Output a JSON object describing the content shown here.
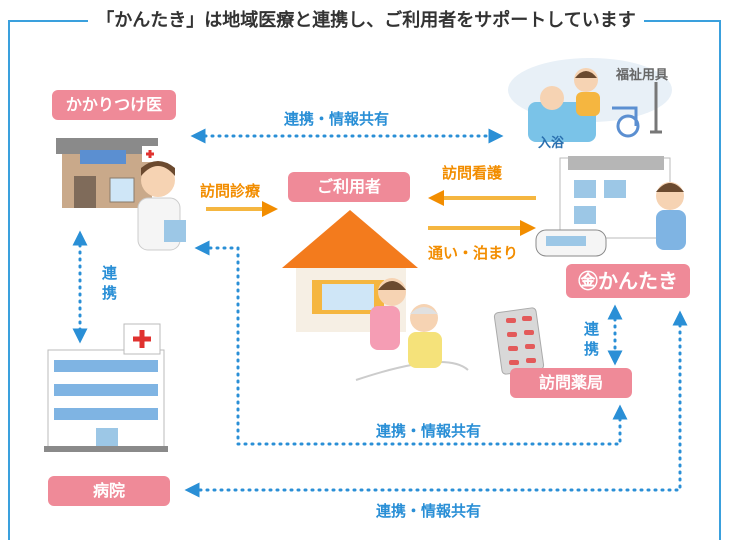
{
  "title": "「かんたき」は地域医療と連携し、ご利用者をサポートしています",
  "nodes": {
    "family_doctor": "かかりつけ医",
    "user": "ご利用者",
    "kantaki": "かんたき",
    "pharmacy": "訪問薬局",
    "hospital": "病院",
    "welfare": "福祉用具",
    "bath": "入浴"
  },
  "links": {
    "doctor_kantaki": "連携・情報共有",
    "home_visit_medical": "訪問診療",
    "home_visit_nursing": "訪問看護",
    "day_stay": "通い・泊まり",
    "doctor_hospital_1": "連",
    "doctor_hospital_2": "携",
    "kantaki_pharmacy_1": "連",
    "kantaki_pharmacy_2": "携",
    "pharmacy_doctor": "連携・情報共有",
    "hospital_kantaki": "連携・情報共有"
  },
  "colors": {
    "blue": "#2a8fd6",
    "orange": "#f28d00",
    "pink": "#ef8a98"
  }
}
